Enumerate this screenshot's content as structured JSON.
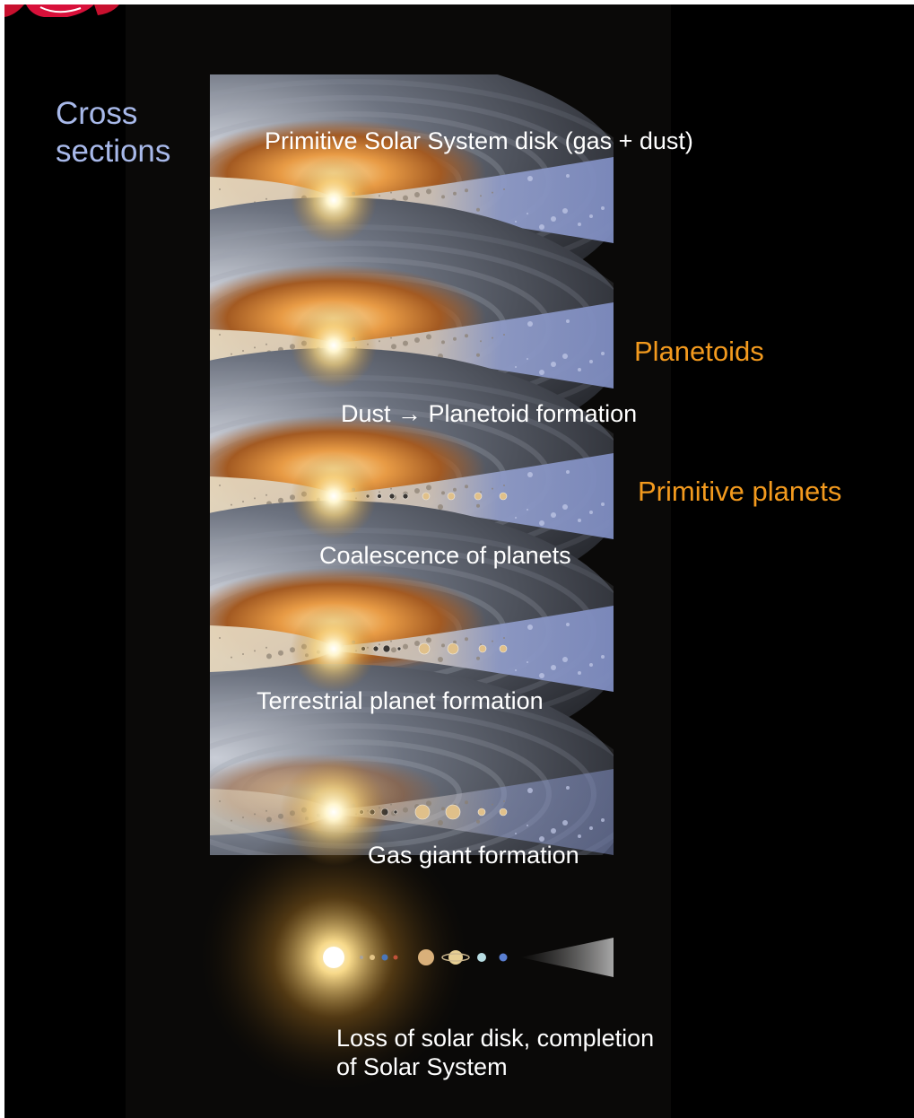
{
  "header": {
    "title_line1": "Cross",
    "title_line2": "sections",
    "title_color": "#a8b9ea"
  },
  "stages": [
    {
      "label": "Primitive Solar System disk (gas + dust)"
    },
    {
      "label": "Dust → Planetoid formation"
    },
    {
      "label": "Coalescence of planets"
    },
    {
      "label": "Terrestrial planet formation"
    },
    {
      "label": "Gas giant formation"
    },
    {
      "label_line1": "Loss of solar disk, completion",
      "label_line2": "of Solar System"
    }
  ],
  "annotations": {
    "planetoids": "Planetoids",
    "primitive_planets": "Primitive planets",
    "color": "#f39a1e"
  },
  "colors": {
    "background": "#000000",
    "label_text": "#ffffff",
    "sun_glow": "#fff3c2",
    "disk_inner": "#e8a24a",
    "disk_outer": "#8f9cc9"
  }
}
